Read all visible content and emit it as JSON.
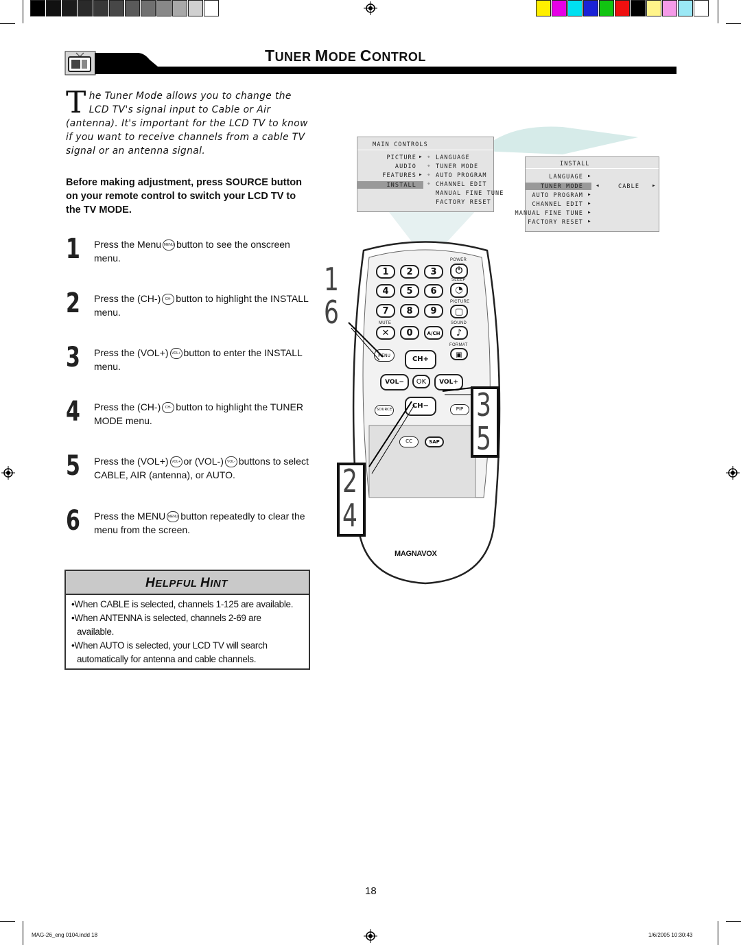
{
  "header": {
    "title_first_letter_1": "T",
    "title_rest_1": "UNER",
    "title_first_letter_2": "M",
    "title_rest_2": "ODE",
    "title_first_letter_3": "C",
    "title_rest_3": "ONTROL"
  },
  "intro": {
    "dropcap": "T",
    "text": "he Tuner Mode allows you to change the LCD TV's signal input to Cable or Air (antenna). It's important for the LCD TV to know if you want to receive channels from a cable TV signal or an antenna signal."
  },
  "bold_note": "Before making adjustment, press SOURCE button on your remote control to switch your LCD TV to the TV MODE.",
  "steps": [
    {
      "num": "1",
      "a": "Press the Menu",
      "icon": "MENU",
      "b": "button to see the onscreen menu."
    },
    {
      "num": "2",
      "a": "Press the (CH-)",
      "icon": "CH-",
      "b": "button to highlight the INSTALL menu."
    },
    {
      "num": "3",
      "a": "Press the (VOL+)",
      "icon": "VOL+",
      "b": "button to enter the INSTALL menu."
    },
    {
      "num": "4",
      "a": "Press the (CH-)",
      "icon": "CH-",
      "b": "button to highlight the TUNER MODE menu."
    },
    {
      "num": "5",
      "a": "Press the (VOL+)",
      "icon": "VOL+",
      "mid": "or (VOL-)",
      "icon2": "VOL-",
      "b": "buttons to select CABLE, AIR (antenna), or AUTO."
    },
    {
      "num": "6",
      "a": "Press the MENU",
      "icon": "MENU",
      "b": "button repeatedly to clear the menu from the screen."
    }
  ],
  "hint": {
    "title_first_1": "H",
    "title_rest_1": "ELPFUL",
    "title_first_2": "H",
    "title_rest_2": "INT",
    "lines": [
      "•When CABLE is selected, channels 1-125 are available.",
      "•When ANTENNA is selected, channels 2-69 are",
      "available.",
      "•When AUTO is selected, your LCD TV will search",
      "automatically for antenna and cable channels."
    ]
  },
  "main_menu": {
    "title": "MAIN CONTROLS",
    "left": [
      "PICTURE",
      "AUDIO",
      "FEATURES",
      "INSTALL"
    ],
    "right": [
      "LANGUAGE",
      "TUNER MODE",
      "AUTO PROGRAM",
      "CHANNEL EDIT",
      "MANUAL FINE TUNE",
      "FACTORY RESET"
    ]
  },
  "install_menu": {
    "title": "INSTALL",
    "left": [
      "LANGUAGE",
      "TUNER MODE",
      "AUTO PROGRAM",
      "CHANNEL EDIT",
      "MANUAL FINE TUNE",
      "FACTORY RESET"
    ],
    "value": "CABLE"
  },
  "callouts": {
    "left_top": "1",
    "left_mid": "6",
    "right_top": "3",
    "right_mid": "5",
    "left_low": "2",
    "left_bottom": "4"
  },
  "remote": {
    "labels": {
      "power": "POWER",
      "sleep": "SLEEP",
      "picture": "PICTURE",
      "mute": "MUTE",
      "sound": "SOUND",
      "format": "FORMAT",
      "menu": "MENU",
      "source": "SOURCE",
      "pip": "PIP"
    },
    "keys": [
      "1",
      "2",
      "3",
      "4",
      "5",
      "6",
      "7",
      "8",
      "9",
      "0",
      "A/CH"
    ],
    "chplus": "CH+",
    "chminus": "CH−",
    "volminus": "VOL−",
    "volplus": "VOL+",
    "ok": "OK",
    "cc": "CC",
    "sap": "SAP",
    "brand": "MAGNAVOX"
  },
  "page_number": "18",
  "footer": {
    "left": "MAG-26_eng 0104.indd   18",
    "right": "1/6/2005   10:30:43"
  }
}
